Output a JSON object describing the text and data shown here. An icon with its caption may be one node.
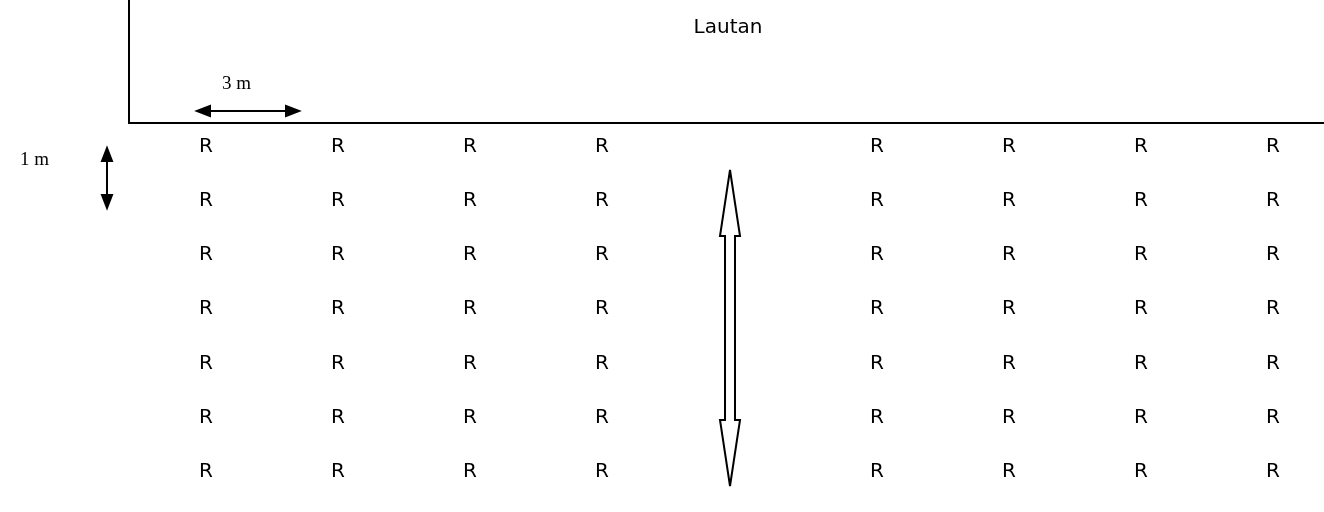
{
  "diagram": {
    "nodes": [
      {
        "text": [
          "Lautan"
        ]
      }
    ],
    "labels": [
      "3 m",
      "1 m",
      "R",
      "R",
      "R",
      "R",
      "R",
      "R",
      "R",
      "R",
      "R",
      "R",
      "R",
      "R",
      "R",
      "R",
      "R",
      "R",
      "R",
      "R",
      "R",
      "R",
      "R",
      "R",
      "R",
      "R",
      "R",
      "R",
      "R",
      "R",
      "R",
      "R",
      "R",
      "R",
      "R",
      "R",
      "R",
      "R",
      "R",
      "R",
      "R",
      "R",
      "R",
      "R",
      "R",
      "R",
      "R",
      "R",
      "R",
      "R",
      "R",
      "R",
      "R",
      "R",
      "R",
      "R",
      "R",
      "R"
    ]
  }
}
